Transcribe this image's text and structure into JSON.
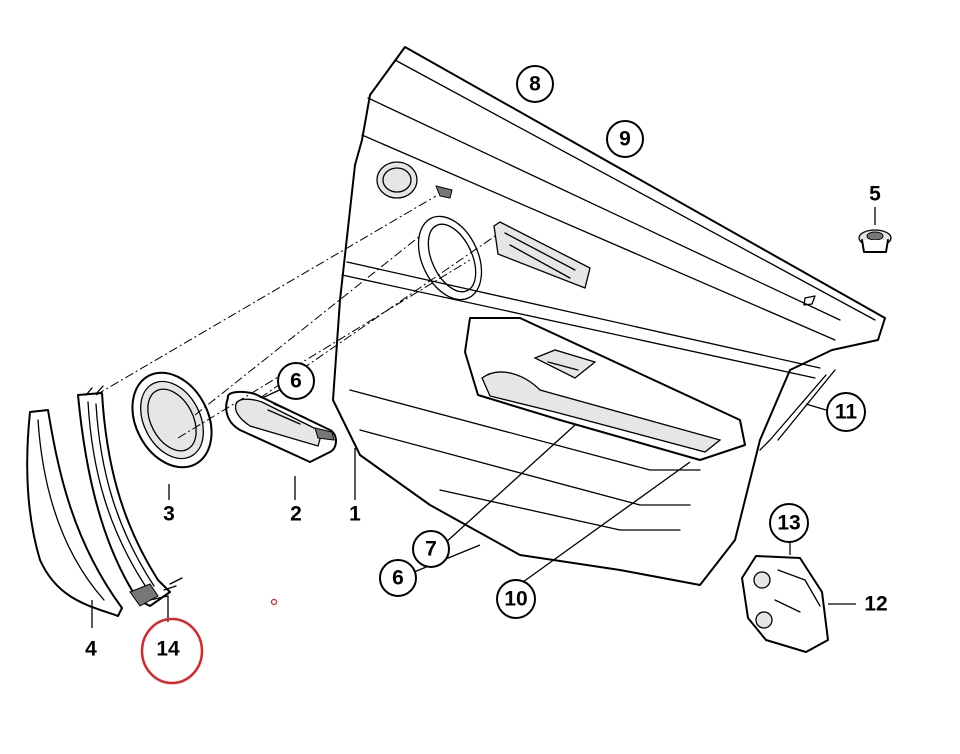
{
  "diagram": {
    "callouts": {
      "c1": "1",
      "c2": "2",
      "c3": "3",
      "c4": "4",
      "c5": "5",
      "c6a": "6",
      "c6b": "6",
      "c7": "7",
      "c8": "8",
      "c9": "9",
      "c10": "10",
      "c11": "11",
      "c12": "12",
      "c13": "13",
      "c14": "14"
    },
    "highlight_color": "#d9262b",
    "highlighted_part": "14"
  }
}
